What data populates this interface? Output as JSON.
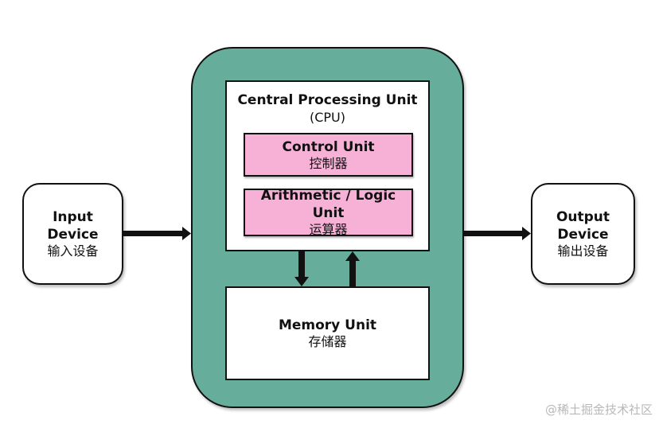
{
  "input_device": {
    "title_line1": "Input",
    "title_line2": "Device",
    "subtitle": "输入设备"
  },
  "output_device": {
    "title_line1": "Output",
    "title_line2": "Device",
    "subtitle": "输出设备"
  },
  "cpu": {
    "title": "Central Processing Unit",
    "abbr": "(CPU)",
    "control_unit": {
      "title": "Control Unit",
      "subtitle": "控制器"
    },
    "alu": {
      "title": "Arithmetic / Logic Unit",
      "subtitle": "运算器"
    }
  },
  "memory": {
    "title": "Memory Unit",
    "subtitle": "存储器"
  },
  "colors": {
    "computer_bg": "#67ad9b",
    "unit_bg": "#f7b1d6",
    "box_bg": "#ffffff"
  },
  "watermark": "@稀土掘金技术社区"
}
